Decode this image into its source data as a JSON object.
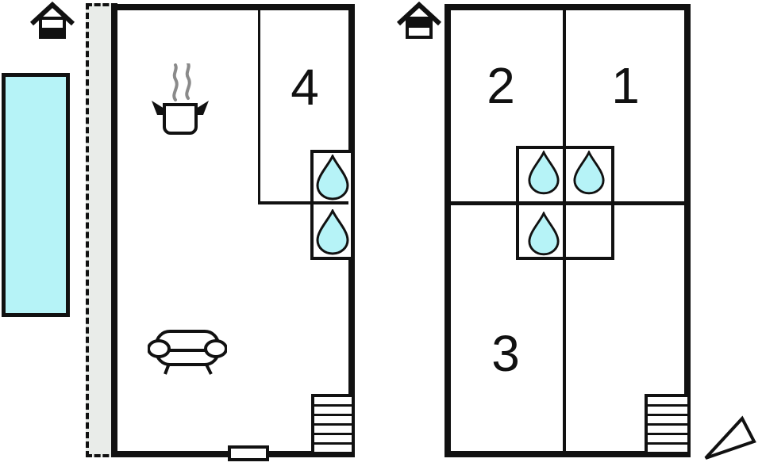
{
  "document": {
    "type": "floor-plan",
    "background": "#ffffff"
  },
  "colors": {
    "wall": "#111111",
    "water_fill": "#b6f3f7",
    "terrace_fill": "#e9ece9",
    "steam": "#8a8a8a"
  },
  "plans": [
    {
      "name": "left-plan",
      "floor_icon": "house-lower-level-icon",
      "rooms": [
        {
          "label": "4"
        }
      ],
      "water_drops": 2,
      "features": [
        "pool",
        "terrace",
        "kitchen-pot",
        "sofa",
        "stairs",
        "window"
      ]
    },
    {
      "name": "right-plan",
      "floor_icon": "house-upper-level-icon",
      "rooms": [
        {
          "label": "2"
        },
        {
          "label": "1"
        },
        {
          "label": "3"
        }
      ],
      "water_drops": 3,
      "features": [
        "stairs",
        "north-arrow"
      ]
    }
  ]
}
